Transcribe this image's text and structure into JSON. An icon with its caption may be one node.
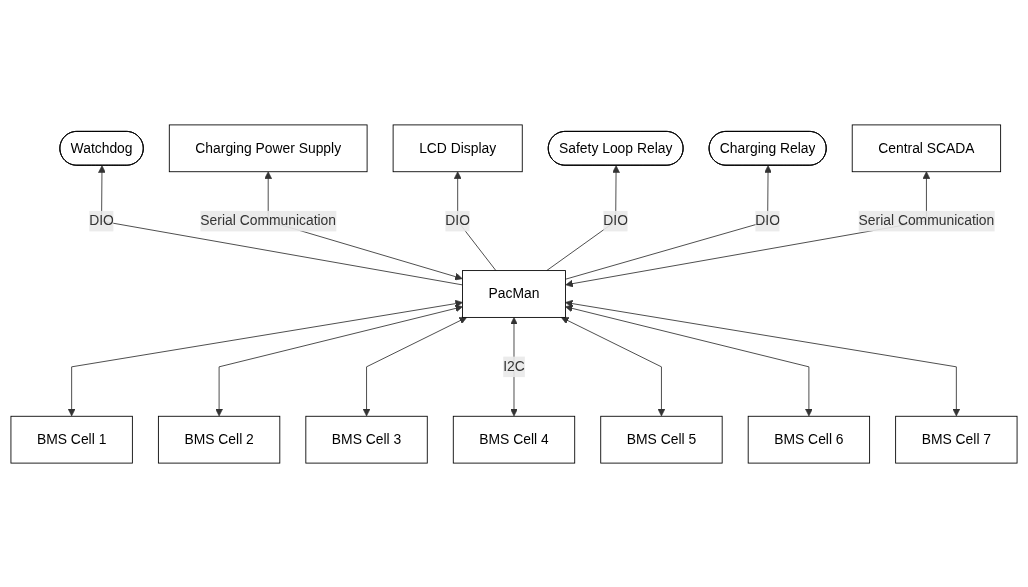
{
  "diagram": {
    "nodes": [
      {
        "text": [
          "Watchdog"
        ]
      },
      {
        "text": [
          "Charging Power Supply"
        ]
      },
      {
        "text": [
          "LCD Display"
        ]
      },
      {
        "text": [
          "Safety Loop Relay"
        ]
      },
      {
        "text": [
          "Charging Relay"
        ]
      },
      {
        "text": [
          "PacMan"
        ]
      },
      {
        "text": [
          "Central SCADA"
        ]
      },
      {
        "text": [
          "BMS Cell 1"
        ]
      },
      {
        "text": [
          "BMS Cell 2"
        ]
      },
      {
        "text": [
          "BMS Cell 3"
        ]
      },
      {
        "text": [
          "BMS Cell 4"
        ]
      },
      {
        "text": [
          "BMS Cell 5"
        ]
      },
      {
        "text": [
          "BMS Cell 6"
        ]
      },
      {
        "text": [
          "BMS Cell 7"
        ]
      }
    ],
    "edges": [
      {
        "from": 5,
        "to": 0,
        "arrow": "to",
        "label": "DIO"
      },
      {
        "from": 5,
        "to": 1,
        "arrow": "both",
        "label": "Serial Communication"
      },
      {
        "from": 5,
        "to": 2,
        "arrow": "to",
        "label": "DIO"
      },
      {
        "from": 5,
        "to": 3,
        "arrow": "to",
        "label": "DIO"
      },
      {
        "from": 5,
        "to": 4,
        "arrow": "to",
        "label": "DIO"
      },
      {
        "from": 5,
        "to": 6,
        "arrow": "both",
        "label": "Serial Communication"
      },
      {
        "from": 5,
        "to": 7,
        "arrow": "both"
      },
      {
        "from": 5,
        "to": 8,
        "arrow": "both"
      },
      {
        "from": 5,
        "to": 9,
        "arrow": "both"
      },
      {
        "from": 5,
        "to": 10,
        "arrow": "both",
        "label": "I2C"
      },
      {
        "from": 5,
        "to": 11,
        "arrow": "both"
      },
      {
        "from": 5,
        "to": 12,
        "arrow": "both"
      },
      {
        "from": 5,
        "to": 13,
        "arrow": "both"
      }
    ]
  }
}
